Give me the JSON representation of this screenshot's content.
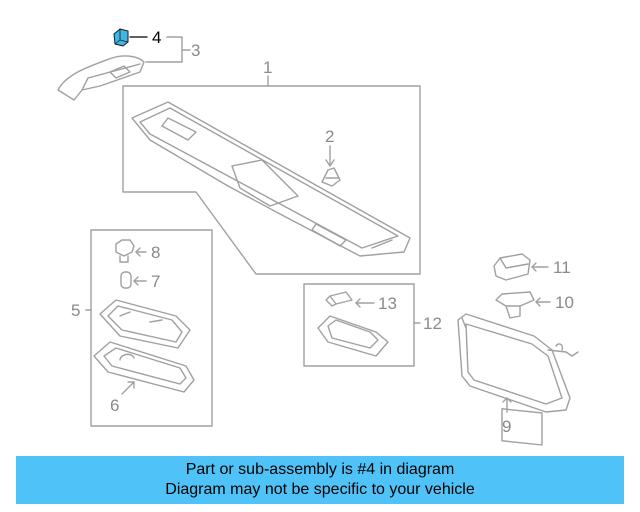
{
  "diagram": {
    "callouts": {
      "c1": "1",
      "c2": "2",
      "c3": "3",
      "c4": "4",
      "c5": "5",
      "c6": "6",
      "c7": "7",
      "c8": "8",
      "c9": "9",
      "c10": "10",
      "c11": "11",
      "c12": "12",
      "c13": "13"
    },
    "highlighted_part": "4",
    "colors": {
      "line": "#a0a0a0",
      "highlight_part": "#3fb6e8",
      "banner": "#4fc3f7"
    }
  },
  "banner": {
    "line1": "Part or sub-assembly is #4 in diagram",
    "line2": "Diagram may not be specific to your vehicle"
  }
}
